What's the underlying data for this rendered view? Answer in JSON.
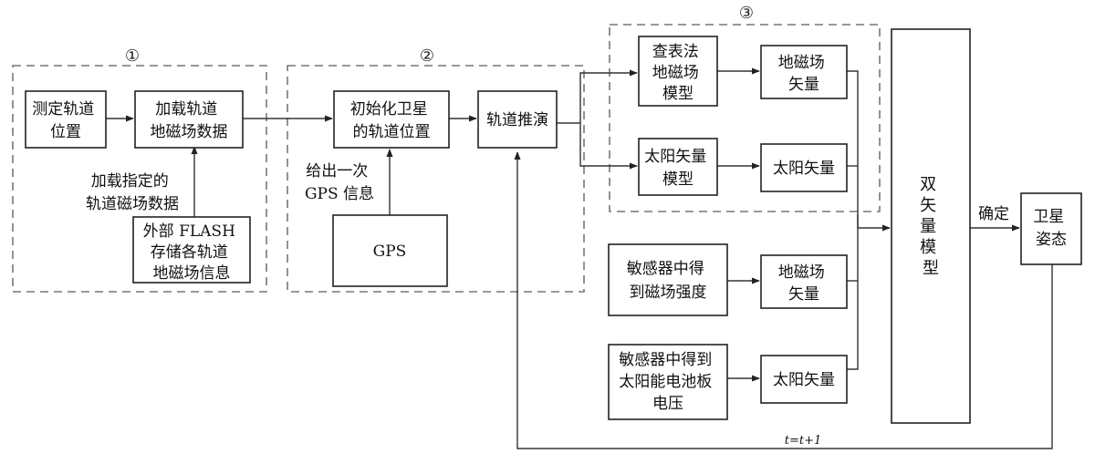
{
  "groups": {
    "g1": "①",
    "g2": "②",
    "g3": "③"
  },
  "nodes": {
    "measure_orbit": [
      "测定轨道",
      "位置"
    ],
    "load_orbit_field": [
      "加载轨道",
      "地磁场数据"
    ],
    "load_specified_label": [
      "加载指定的",
      "轨道磁场数据"
    ],
    "external_flash": [
      "外部 FLASH",
      "存储各轨道",
      "地磁场信息"
    ],
    "init_satellite": [
      "初始化卫星",
      "的轨道位置"
    ],
    "gps_given_label": [
      "给出一次",
      "GPS 信息"
    ],
    "gps": [
      "GPS"
    ],
    "orbit_prop": [
      "轨道推演"
    ],
    "lookup_table": [
      "查表法",
      "地磁场",
      "模型"
    ],
    "field_vector_1": [
      "地磁场",
      "矢量"
    ],
    "sun_vector_model": [
      "太阳矢量",
      "模型"
    ],
    "sun_vector_1": [
      "太阳矢量"
    ],
    "sensor_field": [
      "敏感器中得",
      "到磁场强度"
    ],
    "field_vector_2": [
      "地磁场",
      "矢量"
    ],
    "sensor_solar": [
      "敏感器中得到",
      "太阳能电池板",
      "电压"
    ],
    "sun_vector_2": [
      "太阳矢量"
    ],
    "dual_vector": [
      "双",
      "矢",
      "量",
      "模",
      "型"
    ],
    "determine_label": [
      "确定"
    ],
    "sat_attitude": [
      "卫星",
      "姿态"
    ],
    "loop_label": [
      "t=t+1"
    ]
  }
}
